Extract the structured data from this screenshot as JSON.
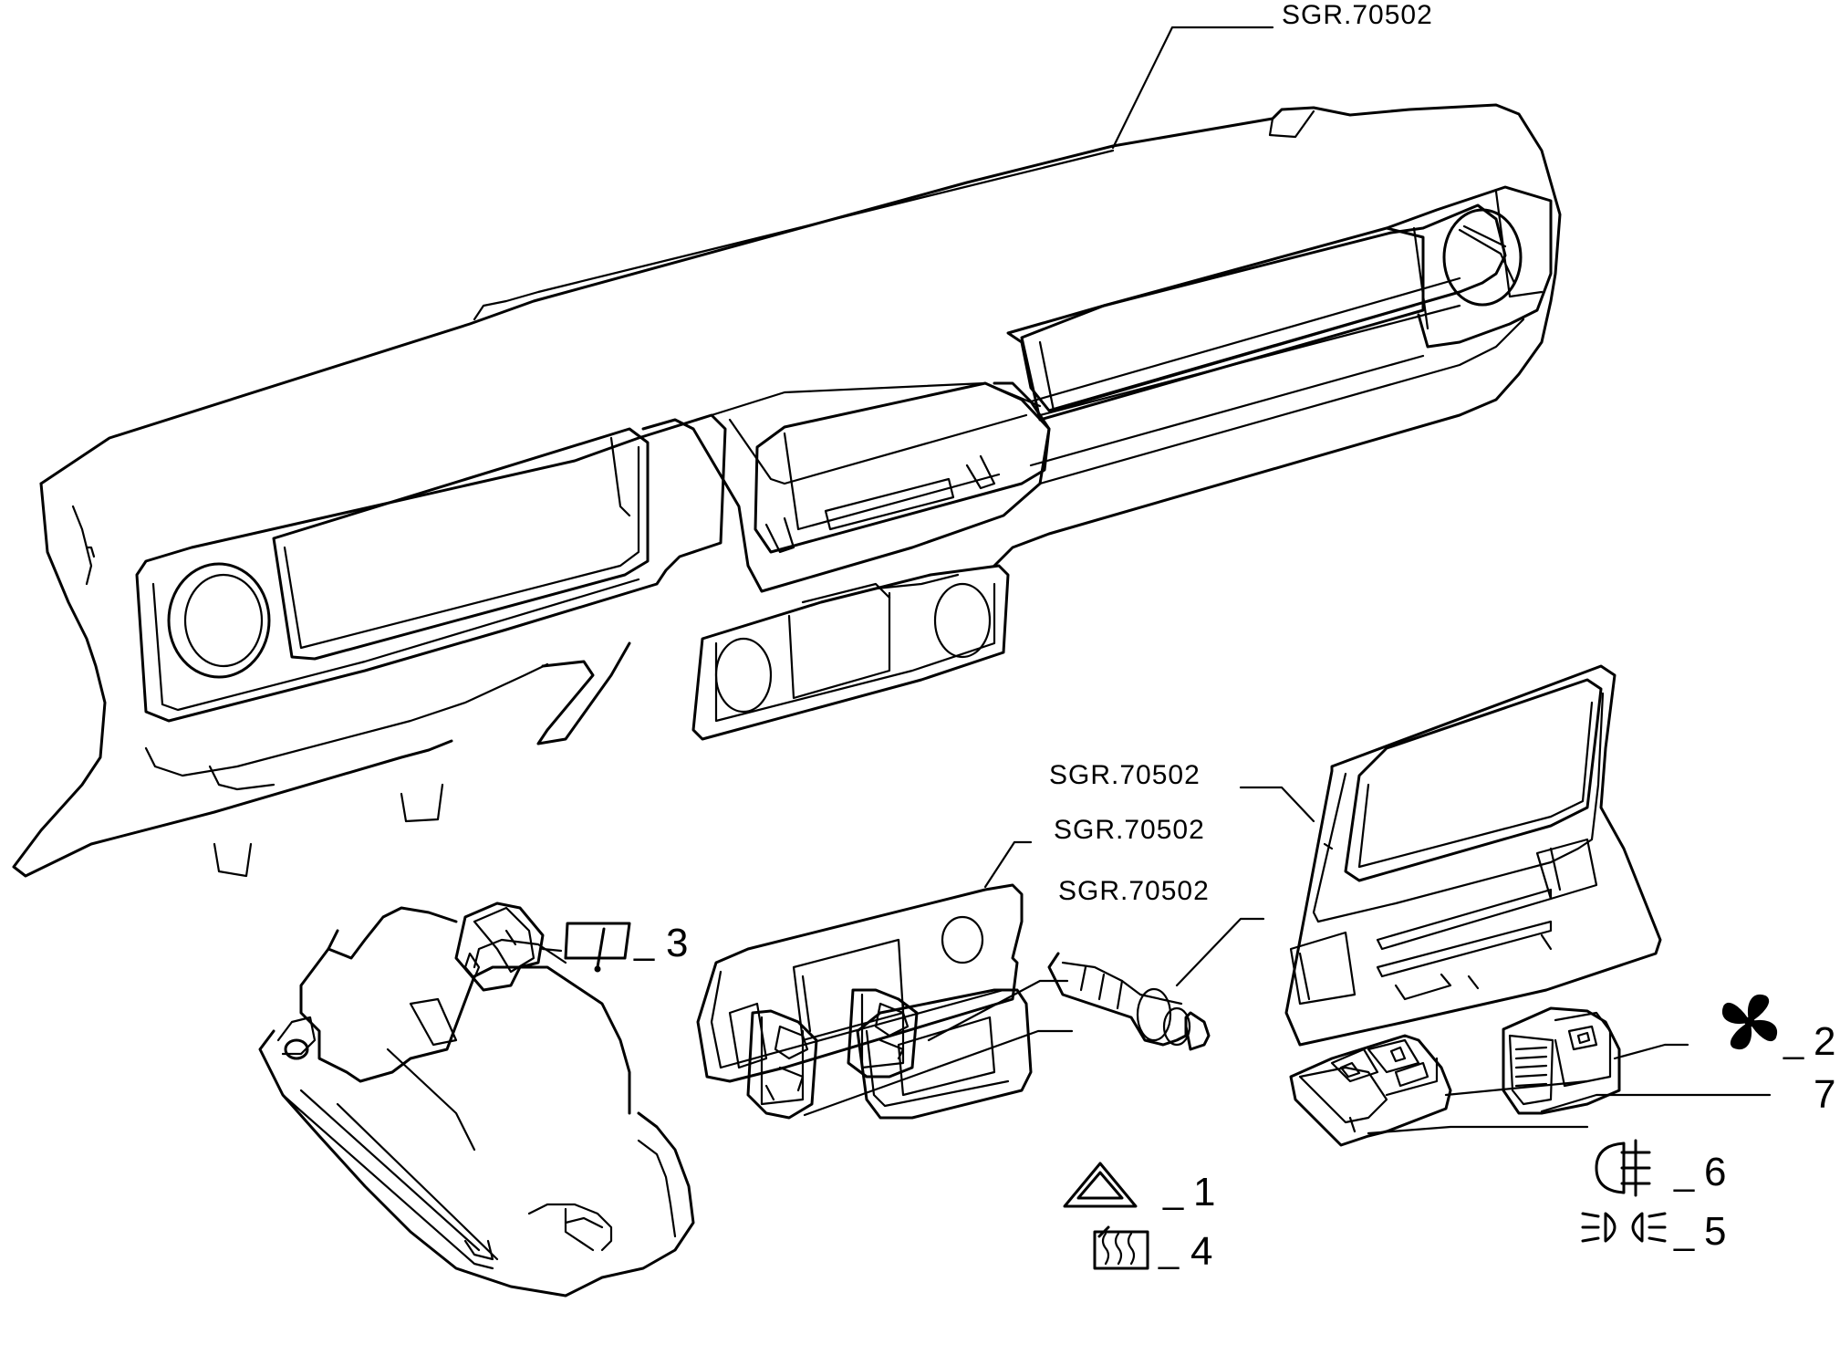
{
  "references": {
    "dashboard": "SGR.70502",
    "instrument_panel": "SGR.70502",
    "console_panel": "SGR.70502",
    "cigar_lighter": "SGR.70502"
  },
  "switch_callouts": [
    {
      "number": "1",
      "symbol": "hazard-warning"
    },
    {
      "number": "2",
      "symbol": "fan"
    },
    {
      "number": "3",
      "symbol": "wiper"
    },
    {
      "number": "4",
      "symbol": "rear-window-defroster"
    },
    {
      "number": "5",
      "symbol": "side-lights"
    },
    {
      "number": "6",
      "symbol": "rear-fog-light"
    },
    {
      "number": "7",
      "symbol": ""
    }
  ],
  "dash": "_"
}
